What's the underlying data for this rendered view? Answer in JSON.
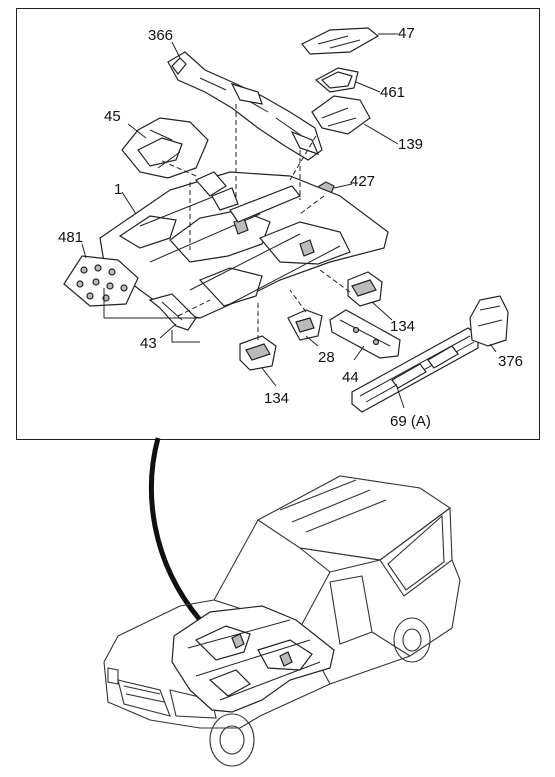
{
  "diagram": {
    "callouts": [
      {
        "id": "366",
        "text": "366"
      },
      {
        "id": "47",
        "text": "47"
      },
      {
        "id": "461",
        "text": "461"
      },
      {
        "id": "45",
        "text": "45"
      },
      {
        "id": "139",
        "text": "139"
      },
      {
        "id": "427",
        "text": "427"
      },
      {
        "id": "1",
        "text": "1"
      },
      {
        "id": "481",
        "text": "481"
      },
      {
        "id": "134a",
        "text": "134"
      },
      {
        "id": "43",
        "text": "43"
      },
      {
        "id": "28",
        "text": "28"
      },
      {
        "id": "44",
        "text": "44"
      },
      {
        "id": "376",
        "text": "376"
      },
      {
        "id": "134b",
        "text": "134"
      },
      {
        "id": "69a",
        "text": "69 (A)"
      }
    ]
  }
}
